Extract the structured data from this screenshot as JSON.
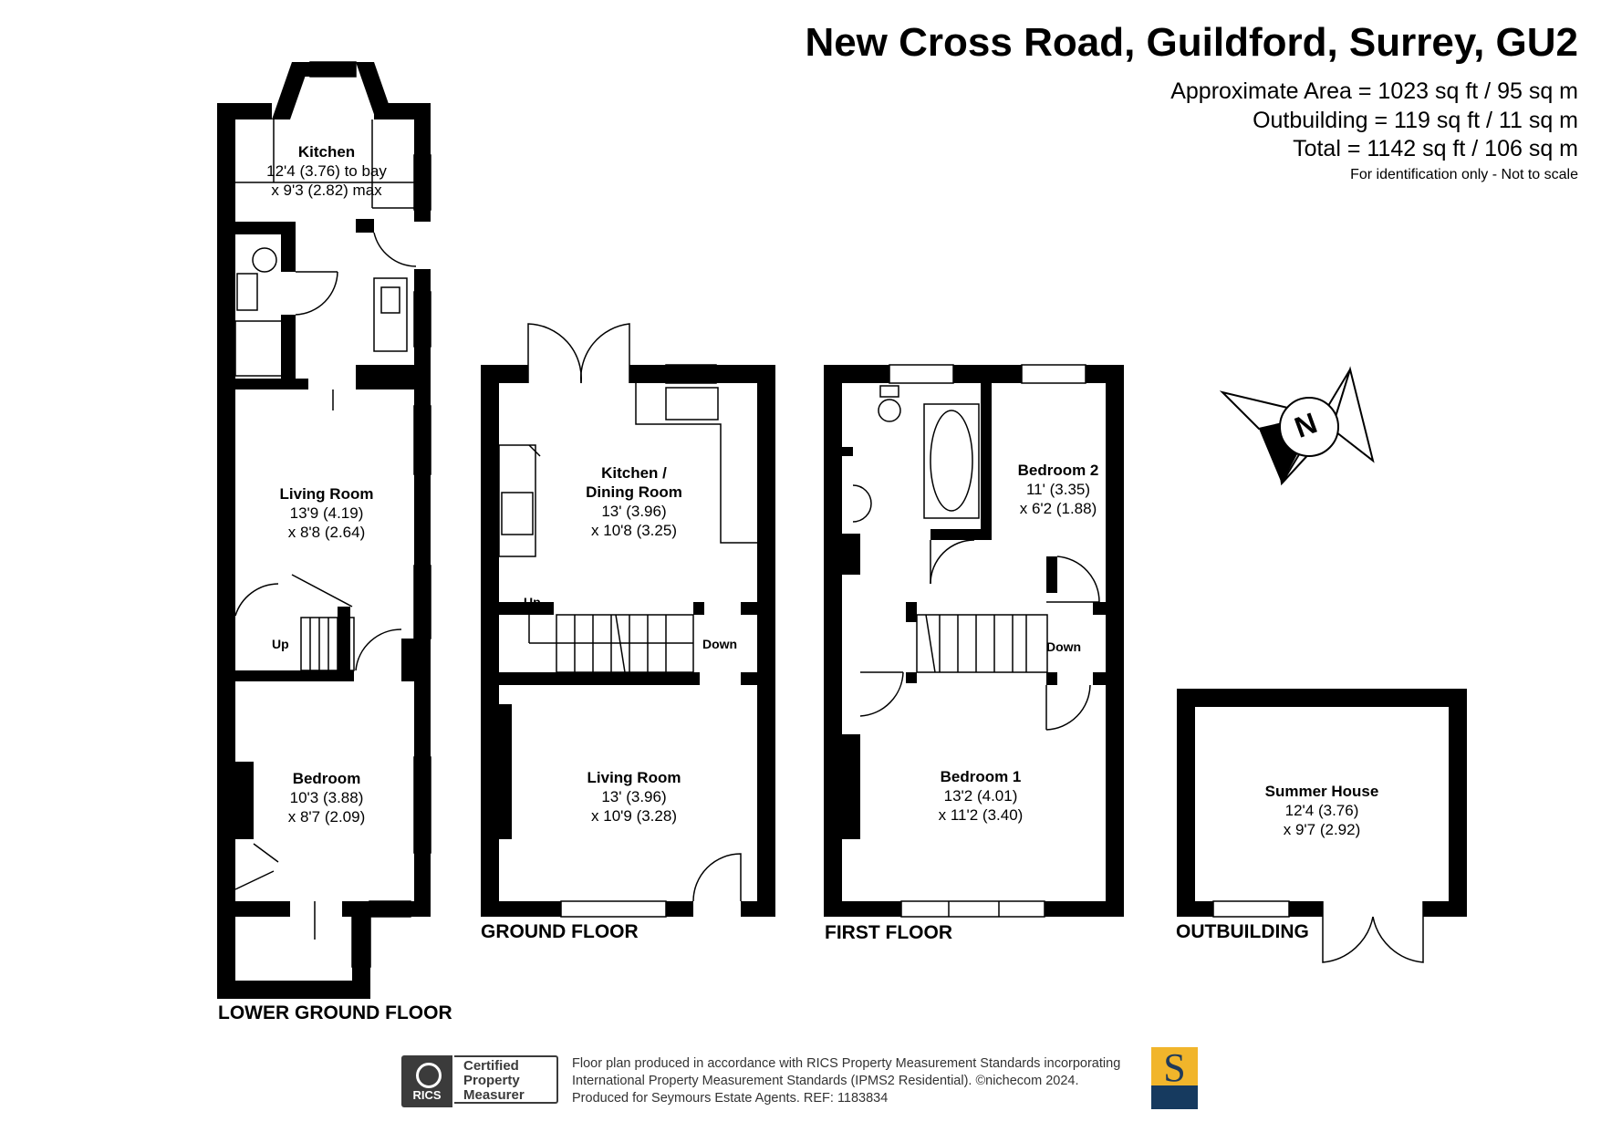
{
  "header": {
    "title": "New Cross Road, Guildford, Surrey, GU2",
    "approx_area": "Approximate Area = 1023 sq ft / 95 sq m",
    "outbuilding_area": "Outbuilding = 119 sq ft / 11 sq m",
    "total_area": "Total = 1142 sq ft / 106 sq m",
    "disclaimer": "For identification only - Not to scale"
  },
  "floors": {
    "lower_ground": "LOWER GROUND FLOOR",
    "ground": "GROUND FLOOR",
    "first": "FIRST FLOOR",
    "outbuilding": "OUTBUILDING"
  },
  "rooms": {
    "lg_kitchen": {
      "name": "Kitchen",
      "dim1": "12'4 (3.76) to bay",
      "dim2": "x 9'3 (2.82) max"
    },
    "lg_living": {
      "name": "Living Room",
      "dim1": "13'9 (4.19)",
      "dim2": "x 8'8 (2.64)"
    },
    "lg_bedroom": {
      "name": "Bedroom",
      "dim1": "10'3 (3.88)",
      "dim2": "x 8'7 (2.09)"
    },
    "gf_kitchen": {
      "name": "Kitchen /",
      "name2": "Dining Room",
      "dim1": "13' (3.96)",
      "dim2": "x 10'8 (3.25)"
    },
    "gf_living": {
      "name": "Living Room",
      "dim1": "13' (3.96)",
      "dim2": "x 10'9 (3.28)"
    },
    "ff_bed2": {
      "name": "Bedroom 2",
      "dim1": "11' (3.35)",
      "dim2": "x 6'2 (1.88)"
    },
    "ff_bed1": {
      "name": "Bedroom 1",
      "dim1": "13'2 (4.01)",
      "dim2": "x 11'2 (3.40)"
    },
    "summer": {
      "name": "Summer House",
      "dim1": "12'4 (3.76)",
      "dim2": "x 9'7 (2.92)"
    }
  },
  "stairs": {
    "up": "Up",
    "down": "Down"
  },
  "compass": {
    "letter": "N"
  },
  "footer": {
    "line1": "Floor plan produced in accordance with RICS Property Measurement Standards incorporating",
    "line2": "International Property Measurement Standards (IPMS2 Residential).  ©nichecom 2024.",
    "line3": "Produced for Seymours Estate Agents.   REF:  1183834",
    "rics_label": "RICS",
    "cert1": "Certified",
    "cert2": "Property",
    "cert3": "Measurer",
    "agent_logo": "S"
  },
  "colors": {
    "wall": "#000000",
    "rics": "#3b3b3b",
    "agent_gold": "#f1b52b",
    "agent_navy": "#163a5f"
  }
}
